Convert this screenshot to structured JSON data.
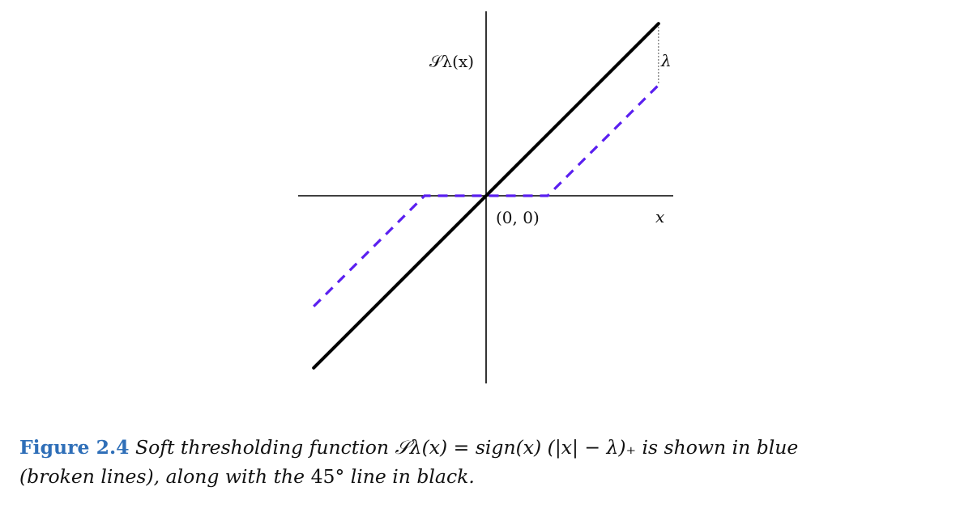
{
  "figure": {
    "y_axis_label": "𝒮λ(x)",
    "x_axis_label": "x",
    "origin_label": "(0, 0)",
    "lambda_label": "λ",
    "colors": {
      "identity_line": "#000000",
      "soft_threshold_line": "#5a1ff0",
      "axes": "#000000"
    }
  },
  "caption": {
    "label": "Figure 2.4",
    "text_1": "Soft thresholding function",
    "formula": "𝒮λ(x) = sign(x) (|x| − λ)₊",
    "text_2": "is shown in blue",
    "text_3": "(broken lines), along with the",
    "degree": "45°",
    "text_4": "line in black."
  },
  "chart_data": {
    "type": "line",
    "title": "",
    "xlabel": "x",
    "ylabel": "𝒮λ(x)",
    "lambda": 1,
    "xlim": [
      -3,
      3
    ],
    "ylim": [
      -3,
      3
    ],
    "series": [
      {
        "x": [
          -2.8,
          2.8
        ],
        "y": [
          -2.8,
          2.8
        ],
        "style": "solid",
        "color": "#000000"
      },
      {
        "x": [
          -2.8,
          -1,
          1,
          2.8
        ],
        "y": [
          -1.8,
          0,
          0,
          1.8
        ],
        "style": "dashed",
        "color": "#5a1ff0"
      }
    ],
    "lambda_marker": {
      "x": 2.8,
      "y_from": 1.8,
      "y_to": 2.8,
      "label": "λ"
    },
    "annotations": [
      {
        "text": "(0, 0)"
      }
    ],
    "grid": false
  }
}
